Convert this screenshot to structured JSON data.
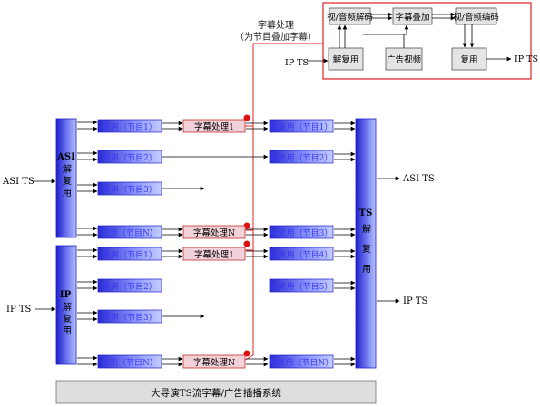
{
  "colors": {
    "blue_dark": "#1e1ec8",
    "blue_light": "#a8b4ff",
    "red_line": "#e02020",
    "red_dot": "#e01010",
    "pink_box": "#f2d2d8",
    "grey_box": "#e4e4e4",
    "footer_box": "#dedede"
  },
  "demux_asi": {
    "title": "ASI",
    "chars": [
      "解",
      "复",
      "用"
    ]
  },
  "demux_ip": {
    "title": "IP",
    "chars": [
      "解",
      "复",
      "用"
    ]
  },
  "mux_ts": {
    "title": "TS",
    "chars": [
      "解",
      "复",
      "用"
    ]
  },
  "left_inputs": [
    "ASI TS",
    "IP TS"
  ],
  "right_outputs": [
    "ASI TS",
    "IP TS"
  ],
  "prog_boxes": [
    "复用（节目1）",
    "复用（节目2）",
    "复用（节目3）",
    "复用（节目N）",
    "复用（节目1）",
    "复用（节目2）",
    "复用（节目3）",
    "复用（节目N）"
  ],
  "sub_boxes": [
    "字幕处理1",
    "字幕处理N",
    "字幕处理1",
    "字幕处理N"
  ],
  "out_boxes": [
    "解复用（节目1）",
    "解复用（节目2）",
    "解复用（节目3）",
    "解复用（节目4）",
    "解复用（节目5）",
    "解复用（节目N）"
  ],
  "callout": {
    "line1": "字幕处理",
    "line2": "（为节目叠加字幕）"
  },
  "inset": {
    "decode": "视/音频解码",
    "overlay": "字幕叠加",
    "encode": "视/音频编码",
    "demux": "解复用",
    "ad_video": "广告视频",
    "mux": "复用",
    "in_label": "IP TS",
    "out_label": "IP TS"
  },
  "footer": "大导演TS流字幕/广告插播系统"
}
